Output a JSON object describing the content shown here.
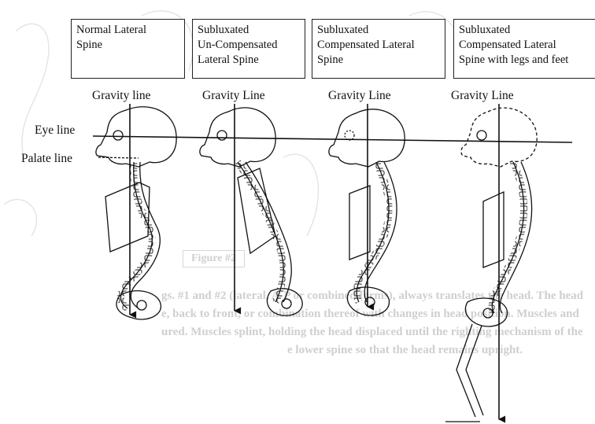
{
  "panels": [
    {
      "id": "normal",
      "title_lines": [
        "Normal Lateral",
        "Spine"
      ],
      "gravity_label": "Gravity line"
    },
    {
      "id": "uncompensated",
      "title_lines": [
        "Subluxated",
        "Un-Compensated",
        "Lateral Spine"
      ],
      "gravity_label": "Gravity Line"
    },
    {
      "id": "compensated",
      "title_lines": [
        "Subluxated",
        "Compensated Lateral",
        "Spine"
      ],
      "gravity_label": "Gravity Line"
    },
    {
      "id": "compensated_legs",
      "title_lines": [
        "Subluxated",
        "Compensated Lateral",
        "Spine with legs and feet"
      ],
      "gravity_label": "Gravity Line"
    }
  ],
  "reference_lines": {
    "eye": "Eye line",
    "palate": "Palate line"
  },
  "background_watermark": {
    "figure_label": "Figure #2",
    "caption_lines": [
      "gs. #1 and #2 (lateral, A-P or combined forms), always translates the head. The head",
      "e, back to front, or combination thereof with changes in head position. Muscles and",
      "ured.  Muscles splint, holding the head displaced until the righting mechanism of the",
      "e lower spine so that the head remains upright."
    ]
  },
  "colors": {
    "ink": "#111111",
    "watermark": "#cdcdcd"
  }
}
